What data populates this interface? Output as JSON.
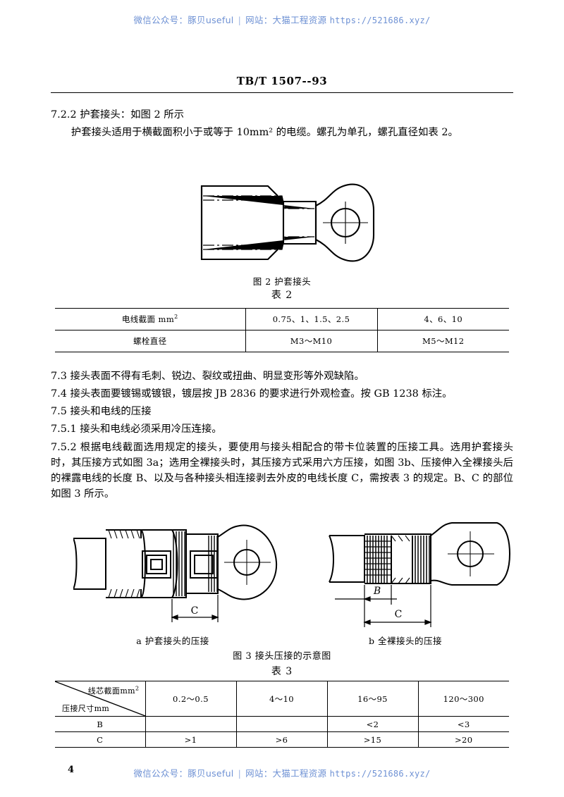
{
  "watermark": {
    "wechat_label": "微信公众号：",
    "wechat_name": "豚贝useful",
    "separator": "|",
    "site_label": "网站：",
    "site_name": "大猫工程资源",
    "url": "https://521686.xyz/"
  },
  "header": {
    "standard_code": "TB/T 1507--93"
  },
  "sections": {
    "s722_heading": "7.2.2  护套接头：如图 2 所示",
    "s722_body": "护套接头适用于横截面积小于或等于 10mm² 的电缆。螺孔为单孔，螺孔直径如表 2。",
    "s73": "7.3   接头表面不得有毛刺、锐边、裂纹或扭曲、明显变形等外观缺陷。",
    "s74": "7.4   接头表面要镀锡或镀银，镀层按 JB 2836 的要求进行外观检查。按 GB 1238 标注。",
    "s75": "7.5   接头和电线的压接",
    "s751": "7.5.1   接头和电线必须采用冷压连接。",
    "s752": "7.5.2   根据电线截面选用规定的接头，要使用与接头相配合的带卡位装置的压接工具。选用护套接头时，其压接方式如图 3a；选用全裸接头时，其压接方式采用六方压接，如图 3b、压接伸入全裸接头后的裸露电线的长度 B、以及与各种接头相连接剥去外皮的电线长度 C，需按表 3 的规定。B、C 的部位如图 3 所示。"
  },
  "figure2": {
    "caption": "图 2   护套接头"
  },
  "figure3": {
    "caption_a": "a  护套接头的压接",
    "caption_b": "b  全裸接头的压接",
    "caption_main": "图 3   接头压接的示意图",
    "dim_c_a": "C",
    "dim_b_b": "B",
    "dim_c_b": "C"
  },
  "table2": {
    "caption": "表 2",
    "rows": [
      {
        "label": "电线截面 mm",
        "label_sup": "2",
        "col1": "0.75、1、1.5、2.5",
        "col2": "4、6、10"
      },
      {
        "label": "螺栓直径",
        "label_sup": "",
        "col1": "M3～M10",
        "col2": "M5～M12"
      }
    ]
  },
  "table3": {
    "caption": "表 3",
    "header_diag_top": "线芯截面mm",
    "header_diag_top_sup": "2",
    "header_diag_bottom": "压接尺寸mm",
    "columns": [
      "0.2～0.5",
      "4～10",
      "16～95",
      "120～300"
    ],
    "rows": [
      {
        "label": "B",
        "values": [
          "",
          "",
          "<2",
          "<3"
        ]
      },
      {
        "label": "C",
        "values": [
          ">1",
          ">6",
          ">15",
          ">20"
        ]
      }
    ]
  },
  "footer": {
    "page_number": "4"
  }
}
